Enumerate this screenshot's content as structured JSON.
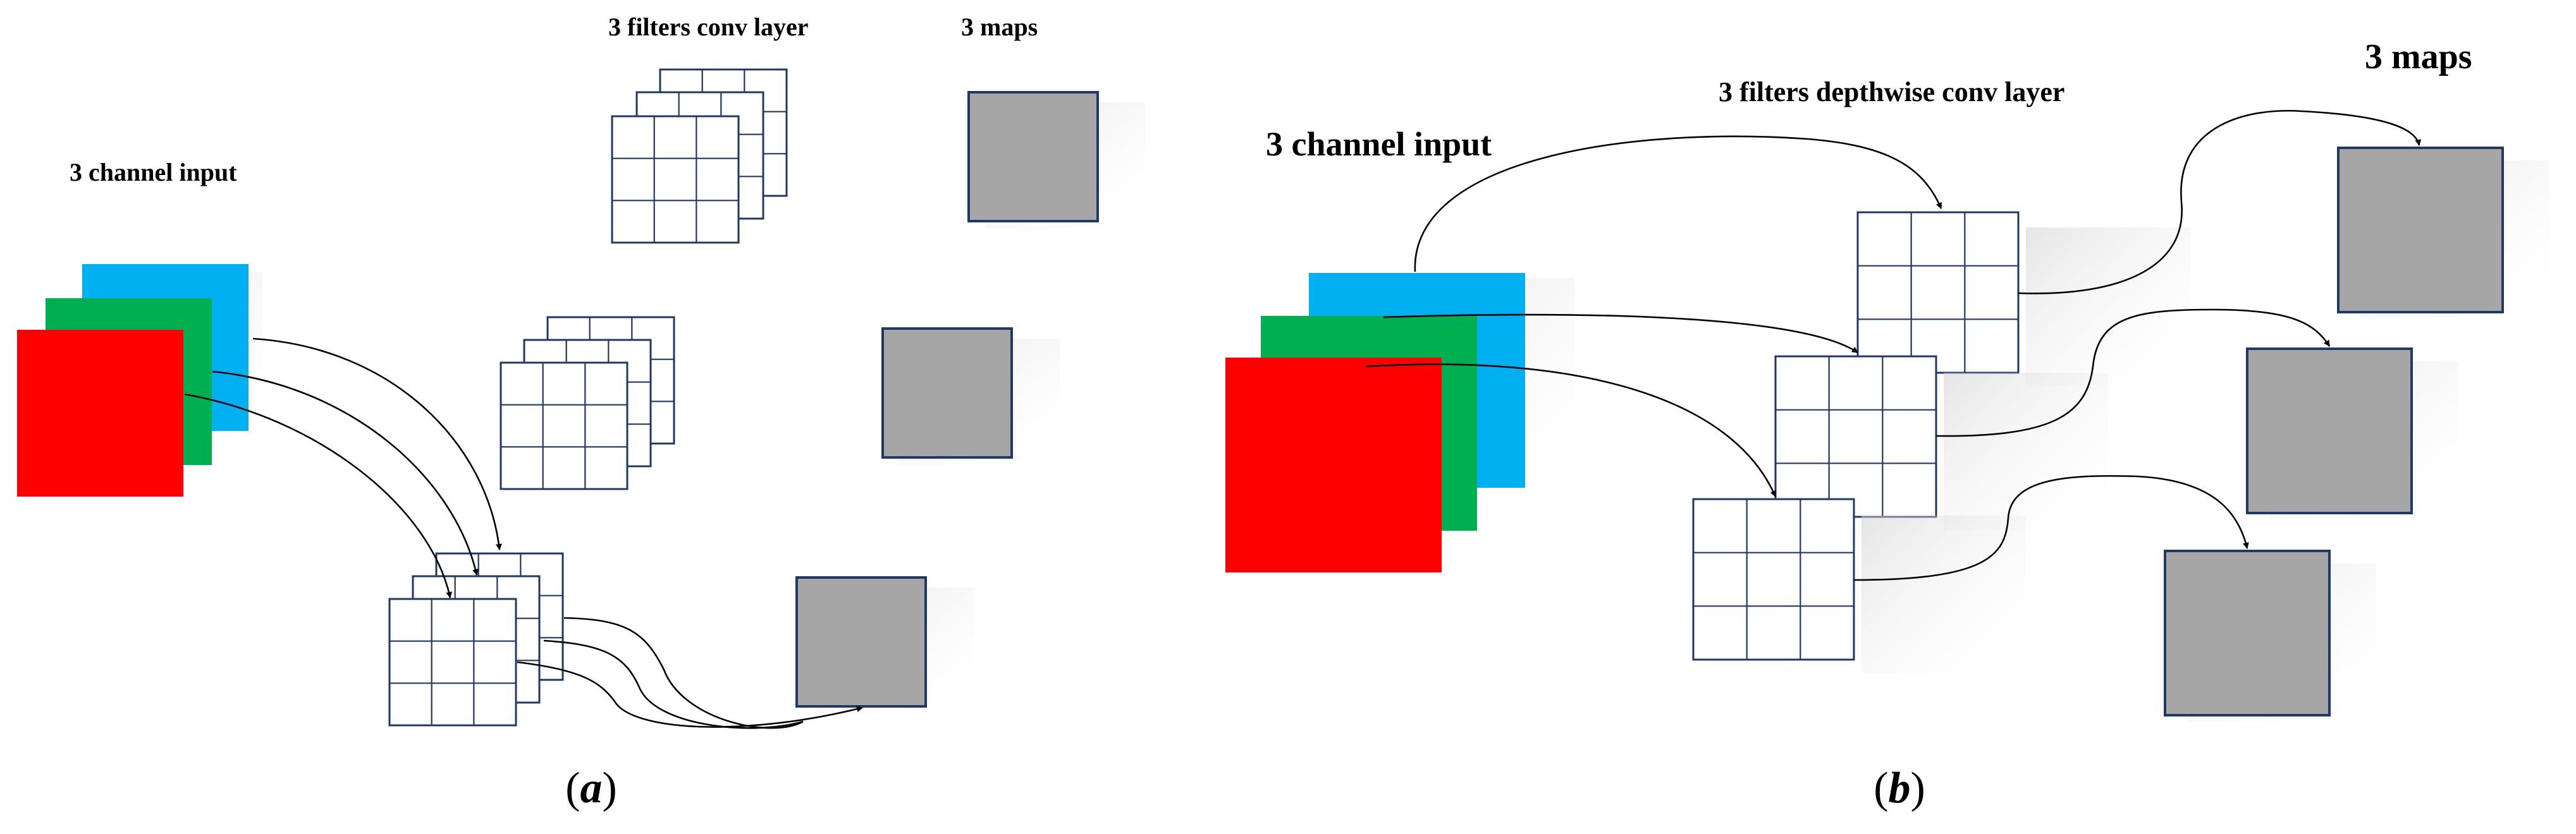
{
  "panel_a": {
    "input_label": "3 channel input",
    "filters_label": "3 filters conv layer",
    "maps_label": "3 maps",
    "caption": {
      "open": "(",
      "letter": "a",
      "close": ")"
    }
  },
  "panel_b": {
    "input_label": "3 channel input",
    "filters_label": "3 filters depthwise conv layer",
    "maps_label": "3 maps",
    "caption": {
      "open": "(",
      "letter": "b",
      "close": ")"
    }
  },
  "colors": {
    "channel_blue": "#00b0f0",
    "channel_green": "#00b050",
    "channel_red": "#ff0000",
    "map_fill": "#a6a6a6",
    "grid_stroke": "#1f3864"
  }
}
